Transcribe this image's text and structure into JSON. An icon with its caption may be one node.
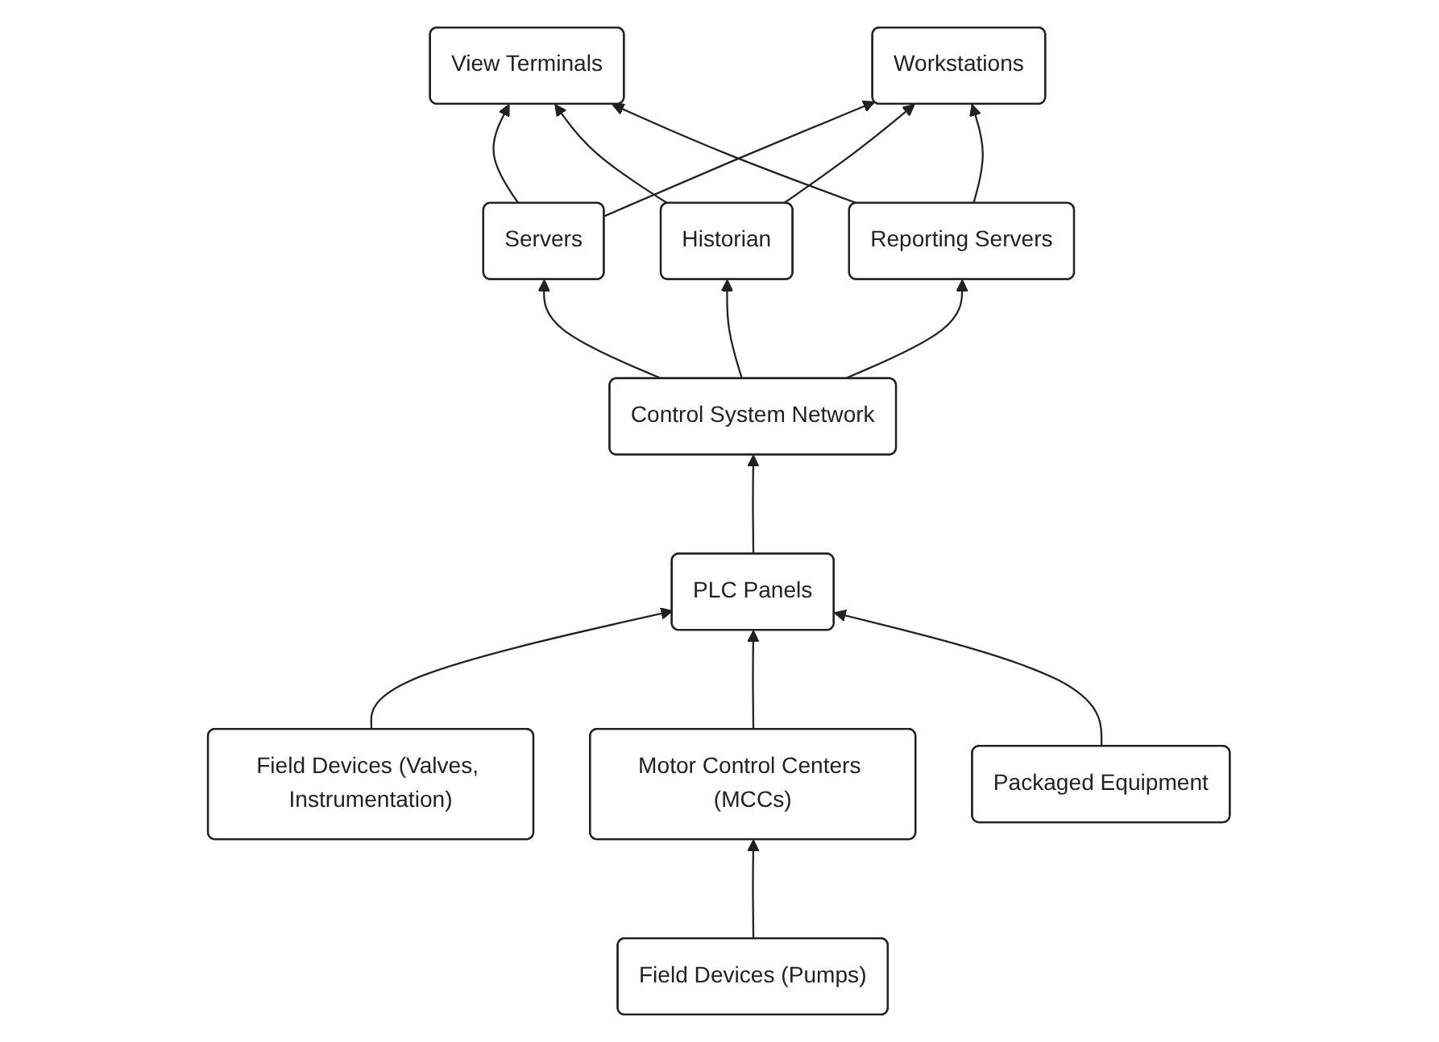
{
  "diagram": {
    "nodes": [
      {
        "text": [
          "View Terminals"
        ]
      },
      {
        "text": [
          "Workstations"
        ]
      },
      {
        "text": [
          "Servers"
        ]
      },
      {
        "text": [
          "Historian"
        ]
      },
      {
        "text": [
          "Reporting Servers"
        ]
      },
      {
        "text": [
          "Control System Network"
        ]
      },
      {
        "text": [
          "PLC Panels"
        ]
      },
      {
        "text": [
          "Motor Control Centers (MCCs)"
        ]
      },
      {
        "text": [
          "Field Devices (Valves, Instrumentation)"
        ]
      },
      {
        "text": [
          "Field Devices (Pumps)"
        ]
      },
      {
        "text": [
          "Packaged Equipment"
        ]
      }
    ],
    "edges": [
      {
        "from": 2,
        "to": 0,
        "arrow": "to"
      },
      {
        "from": 2,
        "to": 1,
        "arrow": "to"
      },
      {
        "from": 3,
        "to": 0,
        "arrow": "to"
      },
      {
        "from": 3,
        "to": 1,
        "arrow": "to"
      },
      {
        "from": 4,
        "to": 0,
        "arrow": "to"
      },
      {
        "from": 4,
        "to": 1,
        "arrow": "to"
      },
      {
        "from": 5,
        "to": 2,
        "arrow": "to"
      },
      {
        "from": 5,
        "to": 3,
        "arrow": "to"
      },
      {
        "from": 5,
        "to": 4,
        "arrow": "to"
      },
      {
        "from": 6,
        "to": 5,
        "arrow": "to"
      },
      {
        "from": 8,
        "to": 6,
        "arrow": "to"
      },
      {
        "from": 7,
        "to": 6,
        "arrow": "to"
      },
      {
        "from": 10,
        "to": 6,
        "arrow": "to"
      },
      {
        "from": 9,
        "to": 7,
        "arrow": "to"
      }
    ]
  }
}
